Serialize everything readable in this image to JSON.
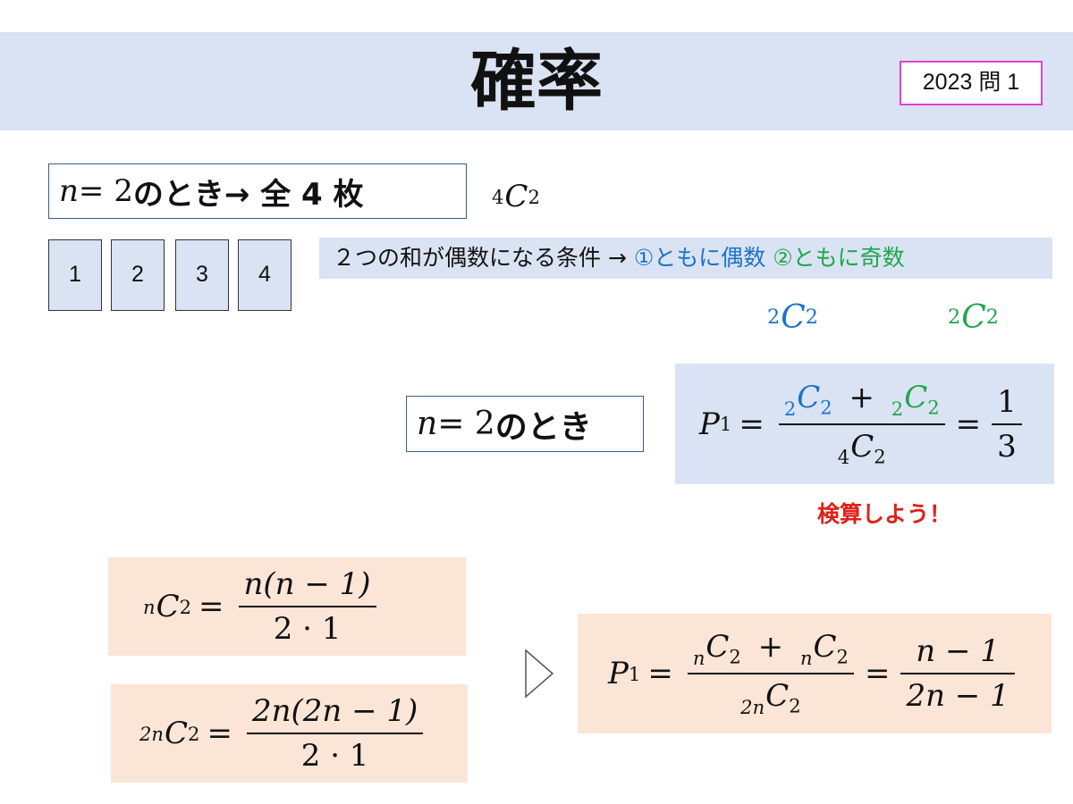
{
  "header": {
    "title": "確率",
    "badge": "2023 問 1"
  },
  "box_n2_all": {
    "var": "n",
    "eq": " = 2 ",
    "text": "のとき",
    "arrow_text": " → 全 4 枚",
    "combo_pre": "4",
    "combo_c": "C",
    "combo_sub": "2"
  },
  "cards": [
    "1",
    "2",
    "3",
    "4"
  ],
  "condition": {
    "lead": "２つの和が偶数になる条件 → ",
    "case1": "①ともに偶数",
    "case2": "②ともに奇数",
    "case1_pre": "2",
    "case2_pre": "2",
    "c": "C",
    "sub": "2"
  },
  "box_n2": {
    "var": "n",
    "eq": " = 2 ",
    "text": "のとき"
  },
  "p1_example": {
    "p": "P",
    "p_sub": "1",
    "eq": "=",
    "num_pre1": "2",
    "num_pre2": "2",
    "plus": "+",
    "c": "C",
    "sub": "2",
    "den_pre": "4",
    "result_num": "1",
    "result_den": "3"
  },
  "check_note": "検算しよう！",
  "nc2": {
    "pre": "n",
    "c": "C",
    "sub": "2",
    "eq": "=",
    "num": "n(n − 1)",
    "den": "2 · 1"
  },
  "twonc2": {
    "pre": "2n",
    "c": "C",
    "sub": "2",
    "eq": "=",
    "num": "2n(2n − 1)",
    "den": "2 · 1"
  },
  "p1_general": {
    "p": "P",
    "p_sub": "1",
    "eq": "=",
    "num_pre1": "n",
    "num_pre2": "n",
    "plus": "+",
    "c": "C",
    "sub": "2",
    "den_pre": "2n",
    "result_num": "n − 1",
    "result_den": "2n − 1"
  }
}
